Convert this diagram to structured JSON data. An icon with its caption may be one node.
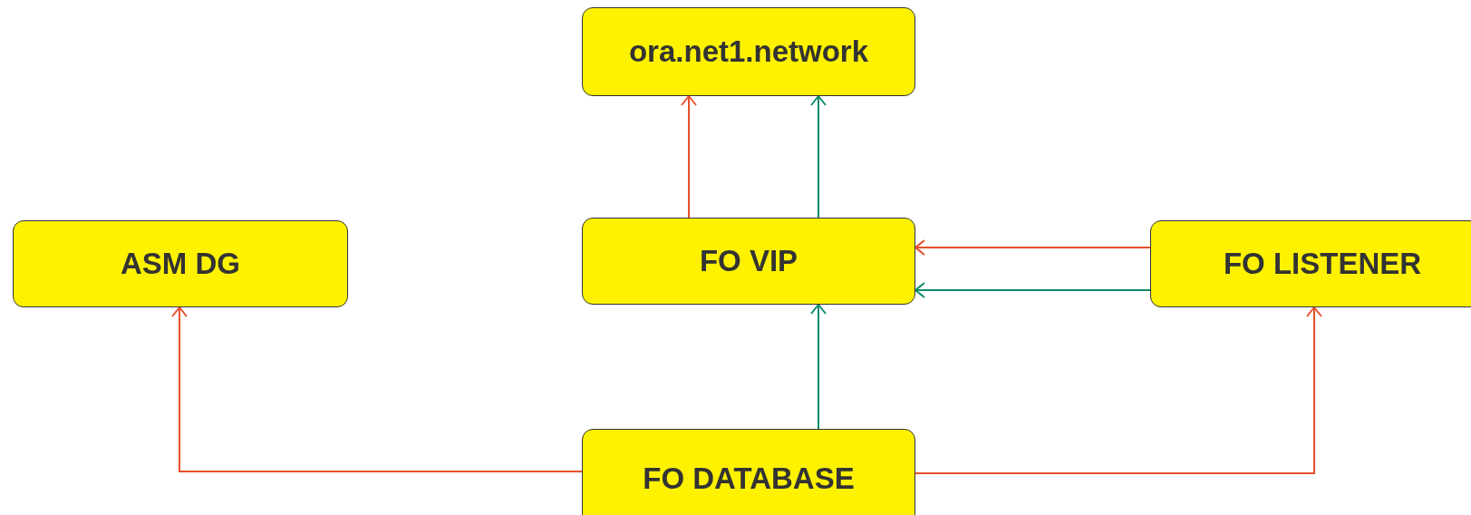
{
  "diagram": {
    "nodes": [
      {
        "text": [
          "ora.net1.network"
        ]
      },
      {
        "text": [
          "ASM DG"
        ]
      },
      {
        "text": [
          "FO VIP"
        ]
      },
      {
        "text": [
          "FO LISTENER"
        ]
      },
      {
        "text": [
          "FO DATABASE"
        ]
      }
    ],
    "edges": [
      {
        "from": 2,
        "to": 0,
        "arrow": "to"
      },
      {
        "from": 2,
        "to": 0,
        "arrow": "to",
        "color": "#0e8a6e"
      },
      {
        "from": 3,
        "to": 2,
        "arrow": "to"
      },
      {
        "from": 3,
        "to": 2,
        "arrow": "to",
        "color": "#0e8a6e"
      },
      {
        "from": 4,
        "to": 2,
        "arrow": "to",
        "color": "#0e8a6e"
      },
      {
        "from": 4,
        "to": 1,
        "arrow": "to"
      },
      {
        "from": 4,
        "to": 3,
        "arrow": "to"
      }
    ]
  }
}
